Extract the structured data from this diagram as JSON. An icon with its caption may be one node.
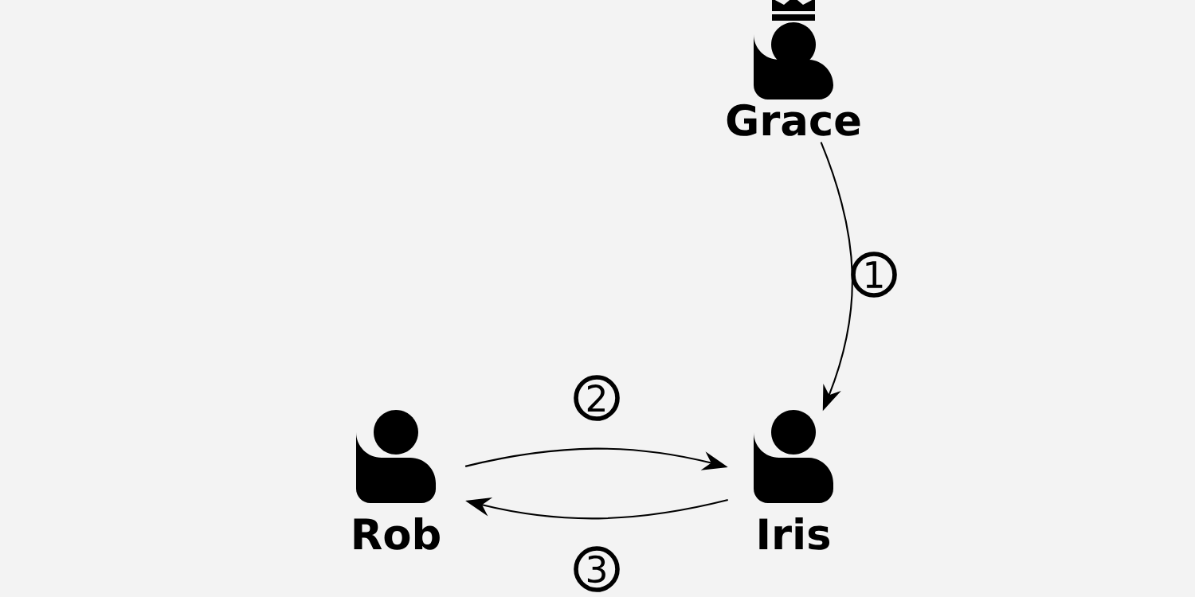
{
  "diagram": {
    "nodes": [
      {
        "text": [
          "Grace"
        ]
      },
      {
        "text": [
          "Rob"
        ]
      },
      {
        "text": [
          "Iris"
        ]
      }
    ],
    "edges": [
      {
        "from": 0,
        "to": 2,
        "arrow": "to",
        "label": "1"
      },
      {
        "from": 1,
        "to": 2,
        "arrow": "to",
        "label": "2"
      },
      {
        "from": 2,
        "to": 1,
        "arrow": "to",
        "label": "3"
      }
    ]
  }
}
